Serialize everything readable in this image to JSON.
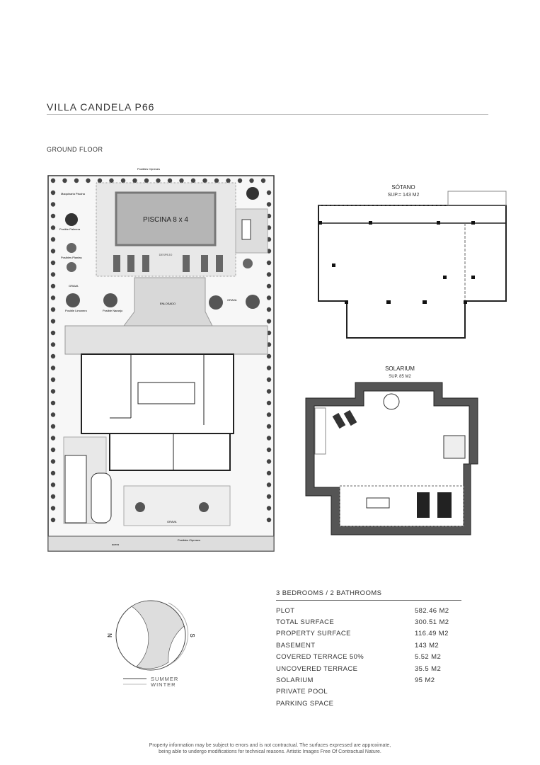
{
  "header": {
    "title": "VILLA CANDELA P66",
    "floor_label": "GROUND FLOOR"
  },
  "ground_floor": {
    "pool_label": "PISCINA 8 x 4",
    "gravel_label": "GRAVA",
    "paving_label": "ENLOSADO",
    "deck_label": "DESPEJO",
    "cypress_label": "Posibles Cipreses",
    "palm_label": "Posible Palmera",
    "plants_label": "Posibles Plantas",
    "lemon_label": "Posible Limonero",
    "orange_label": "Posible Naranjo",
    "pool_machine_label": "Maquinaria Piscina",
    "street_label": "acera"
  },
  "basement": {
    "title": "SÓTANO",
    "surface": "SUP.= 143 M2"
  },
  "solarium": {
    "title": "SOLARIUM",
    "surface": "SUP. 85 M2"
  },
  "sun_chart": {
    "north": "N",
    "south": "S",
    "legend": [
      "SUMMER",
      "WINTER"
    ]
  },
  "specs": {
    "heading": "3 BEDROOMS / 2 BATHROOMS",
    "rows": [
      {
        "label": "PLOT",
        "value": "582.46  M2"
      },
      {
        "label": "TOTAL SURFACE",
        "value": "300.51 M2"
      },
      {
        "label": "PROPERTY SURFACE",
        "value": "116.49 M2"
      },
      {
        "label": "BASEMENT",
        "value": "143 M2"
      },
      {
        "label": "COVERED TERRACE 50%",
        "value": "5.52 M2"
      },
      {
        "label": "UNCOVERED TERRACE",
        "value": "35.5 M2"
      },
      {
        "label": "SOLARIUM",
        "value": "95 M2"
      },
      {
        "label": "PRIVATE POOL",
        "value": ""
      },
      {
        "label": "PARKING SPACE",
        "value": ""
      }
    ]
  },
  "disclaimer": {
    "line1": "Property information may be subject to errors and is not contractual. The surfaces expressed are approximate,",
    "line2": "being able to undergo modifications for technical reasons. Artistic Images Free Of Contractual Nature."
  }
}
